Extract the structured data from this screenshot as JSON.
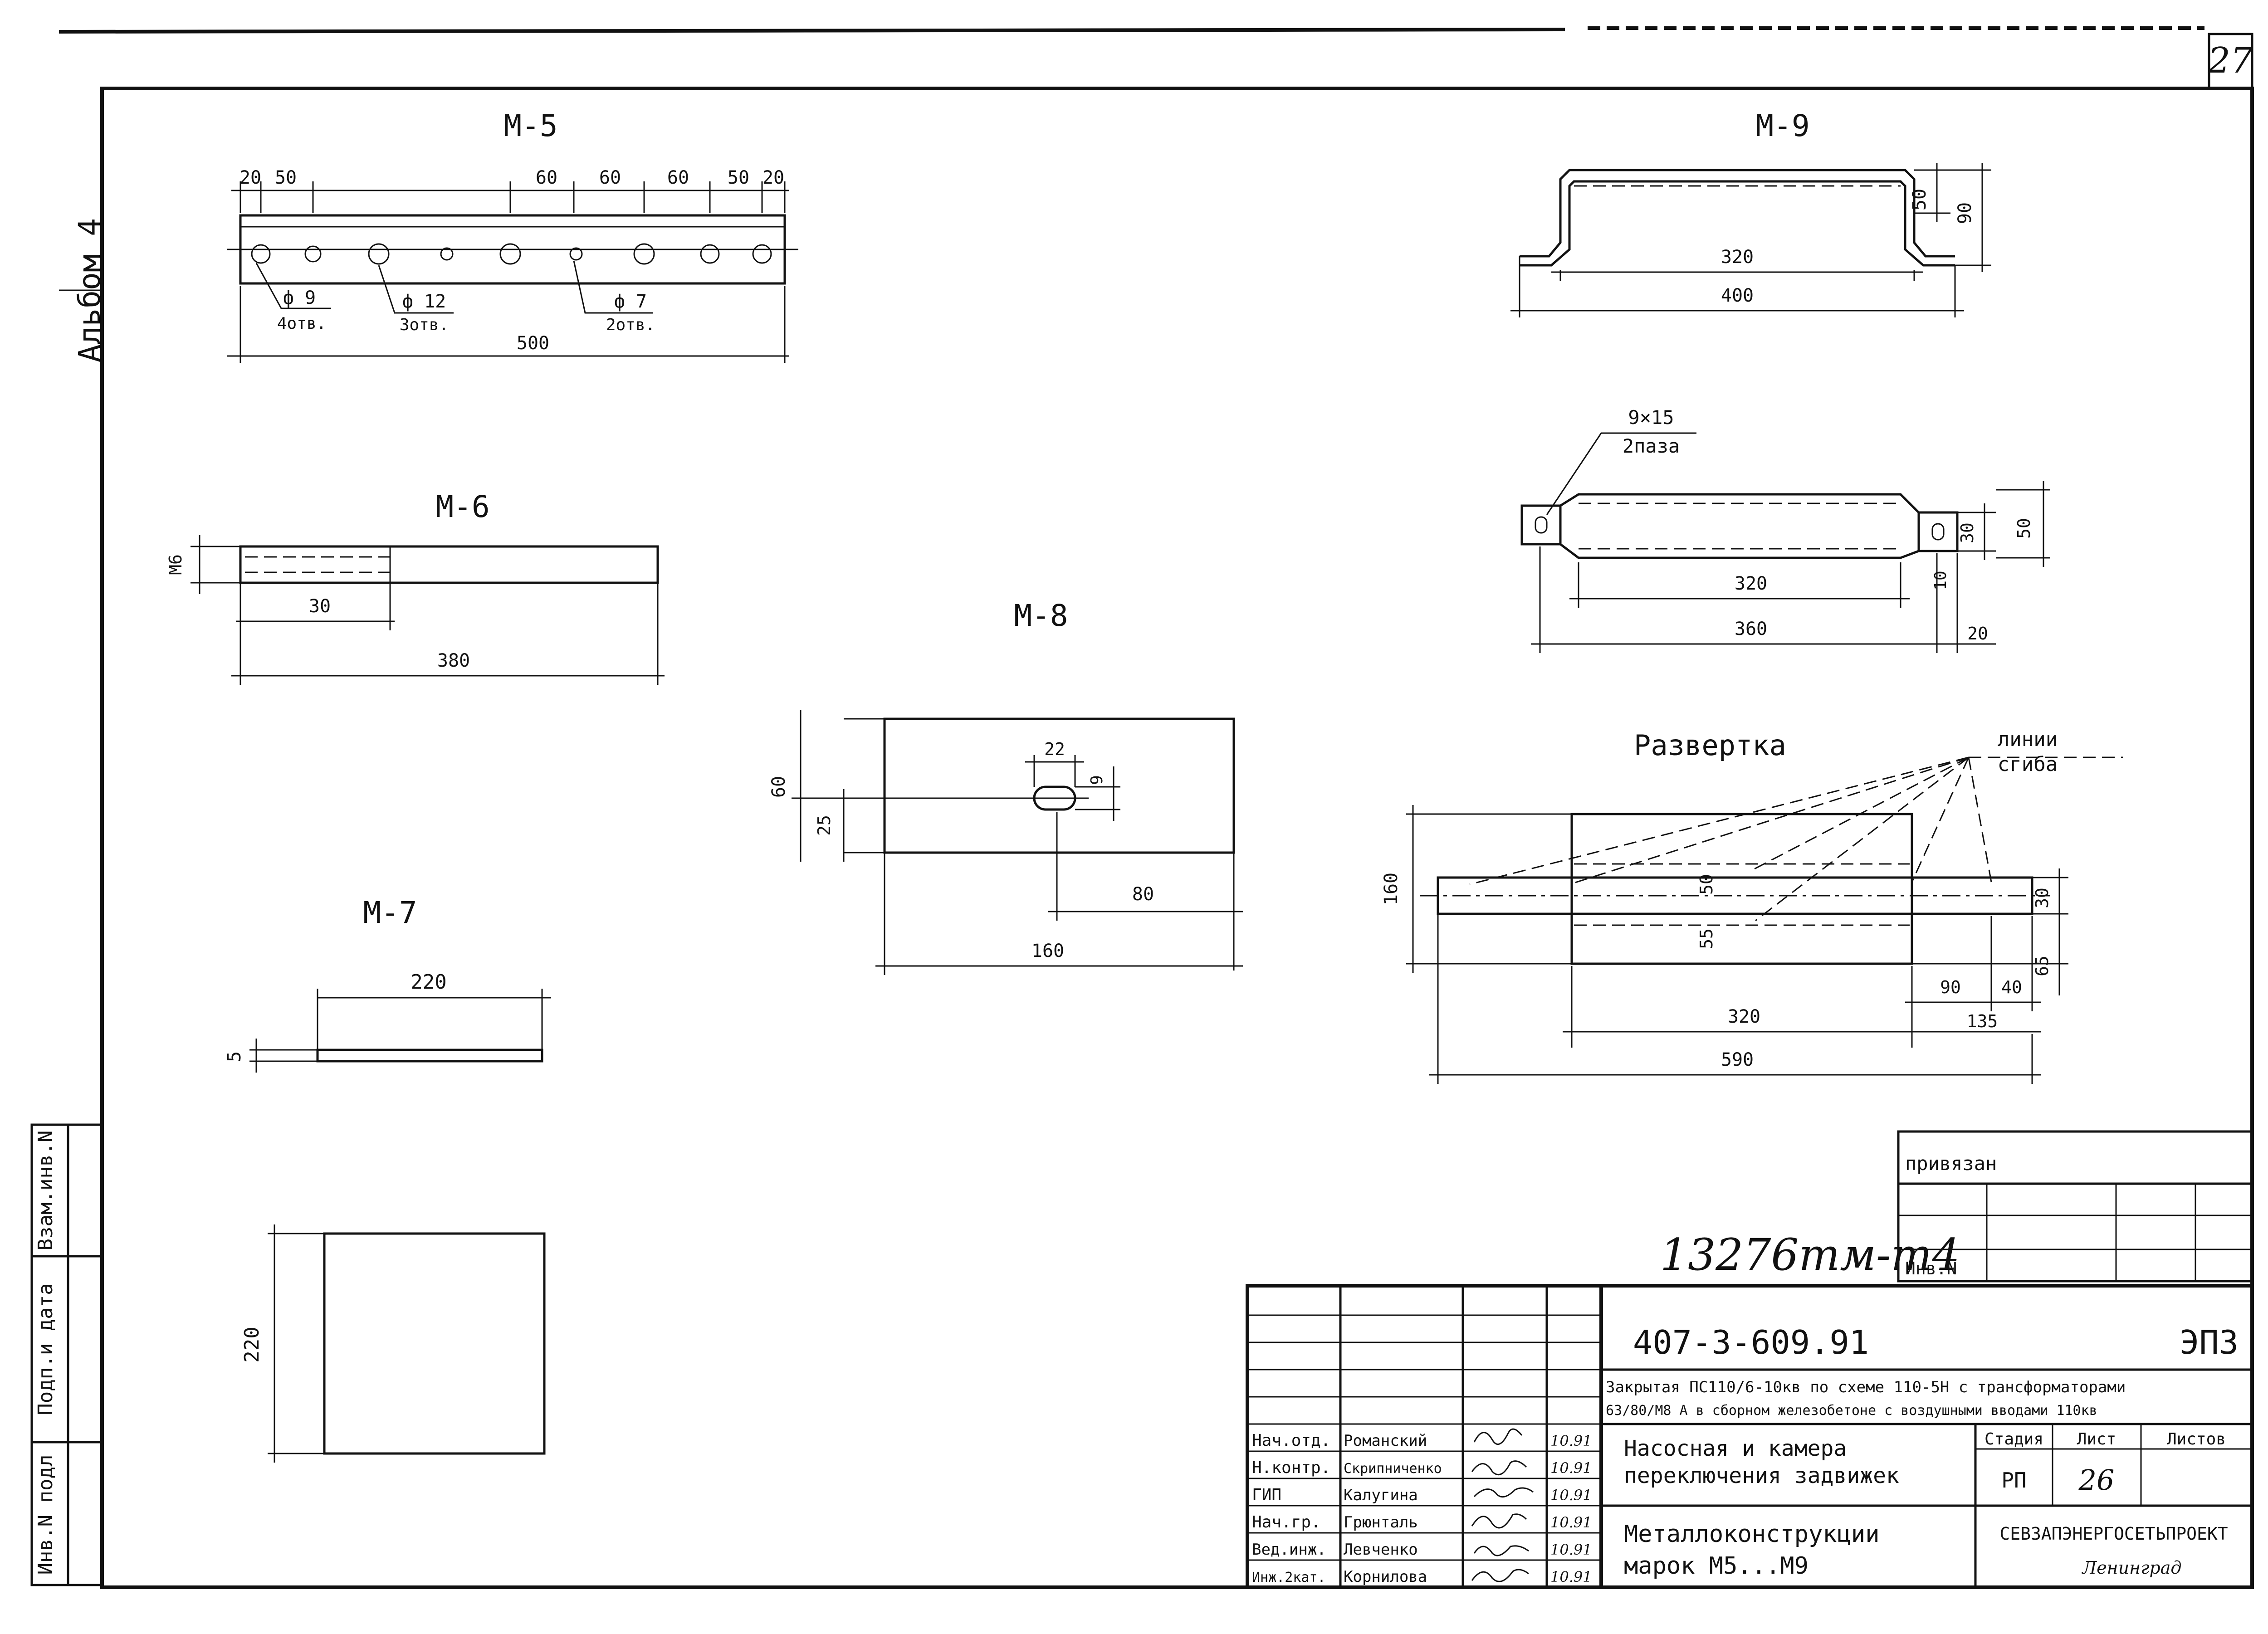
{
  "sheet_number": "27",
  "side_label": "Альбом 4",
  "side_stamp": {
    "inv_podl": "Инв.N подл",
    "podp_data": "Подп.и дата",
    "vzam_inv": "Взам.инв.N"
  },
  "parts": {
    "m5": {
      "title": "М-5",
      "top_dims": [
        "20",
        "50",
        "60",
        "60",
        "60",
        "50",
        "20"
      ],
      "hole_callouts": [
        {
          "dia": "ф 9",
          "count": "4отв."
        },
        {
          "dia": "ф 12",
          "count": "3отв."
        },
        {
          "dia": "ф 7",
          "count": "2отв."
        }
      ],
      "length": "500"
    },
    "m6": {
      "title": "М-6",
      "thread": "М6",
      "thread_length": "30",
      "length": "380"
    },
    "m7": {
      "title": "М-7",
      "width": "220",
      "thickness": "5",
      "height": "220"
    },
    "m8": {
      "title": "М-8",
      "height": "60",
      "slot_offset": "25",
      "slot_length": "22",
      "slot_width": "9",
      "slot_pos": "80",
      "length": "160"
    },
    "m9": {
      "title": "М-9",
      "inner_width": "320",
      "outer_width": "400",
      "height_inner": "50",
      "height_total": "90",
      "slots_label": "9×15",
      "slots_count": "2паза",
      "plan_width": "320",
      "plan_total": "360",
      "plan_h1": "30",
      "plan_h2": "50",
      "plan_d1": "10",
      "plan_d2": "20"
    },
    "unfold": {
      "title": "Развертка",
      "bend_label_1": "линии",
      "bend_label_2": "сгиба",
      "height": "160",
      "mid_h": "50",
      "low_h": "55",
      "tab_h": "30",
      "tab_low": "65",
      "w_90": "90",
      "w_40": "40",
      "w_135": "135",
      "w_320": "320",
      "w_590": "590"
    }
  },
  "privyazan": {
    "label": "привязан",
    "inv_label": "Инв.N"
  },
  "inventory_number": "13276тм-т4",
  "title_block": {
    "doc_code": "407-3-609.91",
    "suffix": "ЭП3",
    "project_line1": "Закрытая ПС110/6-10кв по схеме 110-5Н с трансформаторами",
    "project_line2": "63/80/М8 А в сборном железобетоне с воздушными вводами 110кв",
    "section_line1": "Насосная и камера",
    "section_line2": "переключения задвижек",
    "drawing_line1": "Металлоконструкции",
    "drawing_line2": "марок М5...М9",
    "stage_header": "Стадия",
    "sheet_header": "Лист",
    "sheets_header": "Листов",
    "stage_value": "РП",
    "sheet_value": "26",
    "org_line1": "СЕВЗАПЭНЕРГОСЕТЬПРОЕКТ",
    "org_line2": "Ленинград",
    "signatures": [
      {
        "role": "Нач.отд.",
        "name": "Романский",
        "date": "10.91"
      },
      {
        "role": "Н.контр.",
        "name": "Скрипниченко",
        "date": "10.91"
      },
      {
        "role": "ГИП",
        "name": "Калугина",
        "date": "10.91"
      },
      {
        "role": "Нач.гр.",
        "name": "Грюнталь",
        "date": "10.91"
      },
      {
        "role": "Вед.инж.",
        "name": "Левченко",
        "date": "10.91"
      },
      {
        "role": "Инж.2кат.",
        "name": "Корнилова",
        "date": "10.91"
      }
    ]
  }
}
